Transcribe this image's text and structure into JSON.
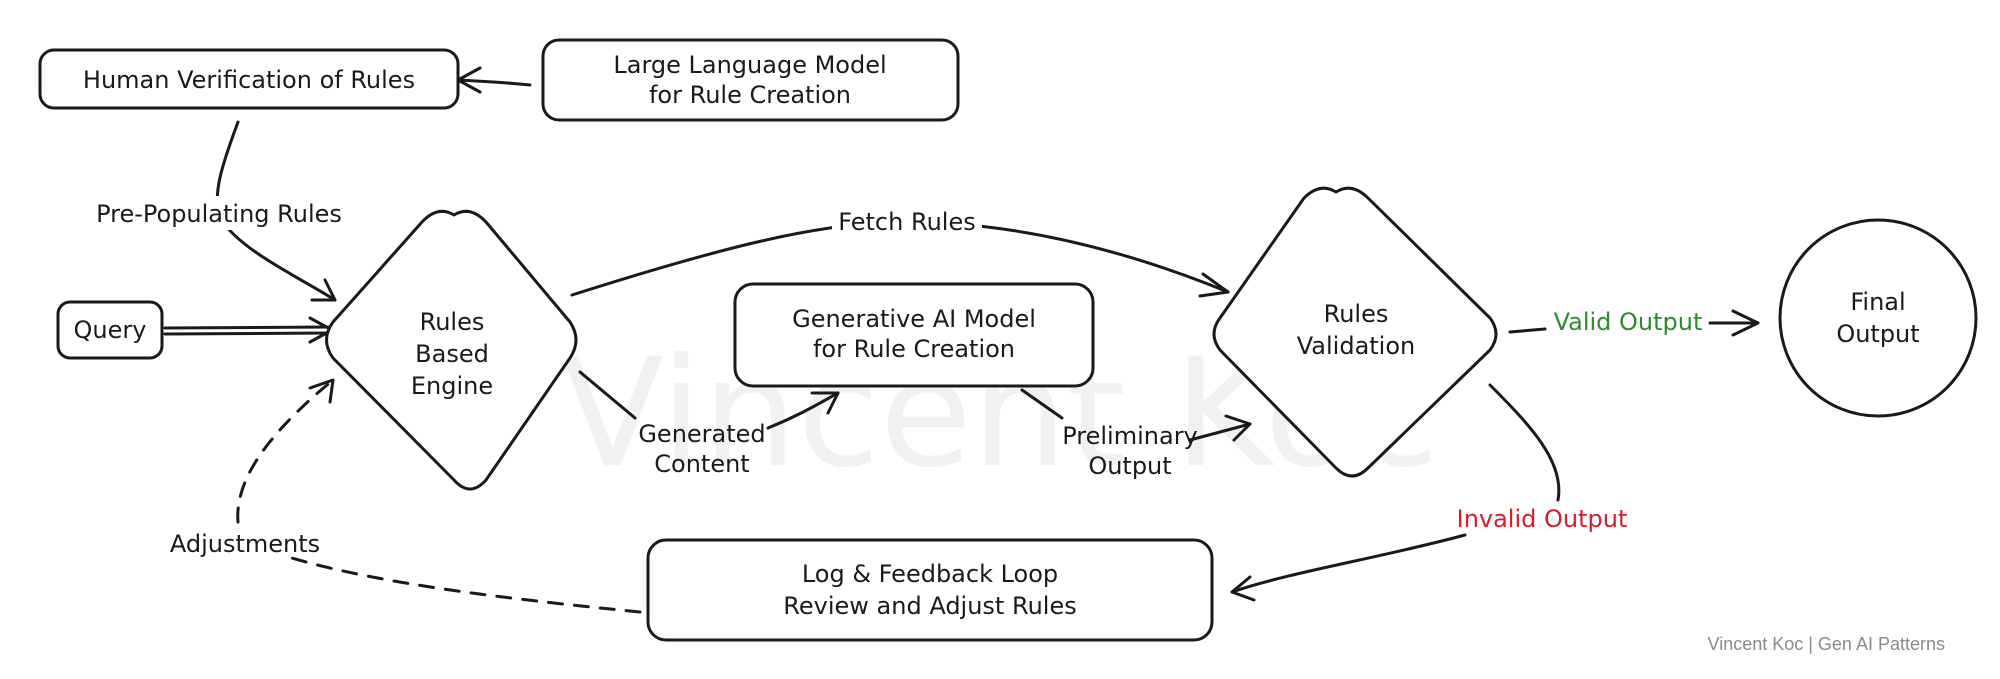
{
  "colors": {
    "ink": "#1a1a1a",
    "valid": "#2e8b2e",
    "invalid": "#d1202a",
    "credit": "#8a8a8a",
    "watermark": "#f1f1f1"
  },
  "watermark": "Vincent Koc",
  "credit": "Vincent Koc | Gen AI Patterns",
  "nodes": {
    "human_verification": {
      "lines": [
        "Human Verification of Rules"
      ]
    },
    "llm_rule_creation": {
      "lines": [
        "Large Language Model",
        "for Rule Creation"
      ]
    },
    "query": {
      "lines": [
        "Query"
      ]
    },
    "rules_engine": {
      "lines": [
        "Rules",
        "Based",
        "Engine"
      ]
    },
    "genai_model": {
      "lines": [
        "Generative AI Model",
        "for Rule Creation"
      ]
    },
    "rules_validation": {
      "lines": [
        "Rules",
        "Validation"
      ]
    },
    "final_output": {
      "lines": [
        "Final",
        "Output"
      ]
    },
    "log_feedback": {
      "lines": [
        "Log & Feedback Loop",
        "Review and Adjust Rules"
      ]
    }
  },
  "edges": {
    "llm_to_human": {
      "label": []
    },
    "human_to_engine": {
      "label": [
        "Pre-Populating Rules"
      ]
    },
    "query_to_engine": {
      "label": []
    },
    "engine_to_validation": {
      "label": [
        "Fetch Rules"
      ]
    },
    "engine_to_genai": {
      "label": [
        "Generated",
        "Content"
      ]
    },
    "genai_to_validation": {
      "label": [
        "Preliminary",
        "Output"
      ]
    },
    "validation_to_final": {
      "label": [
        "Valid Output"
      ]
    },
    "validation_to_log": {
      "label": [
        "Invalid Output"
      ]
    },
    "log_to_engine": {
      "label": [
        "Adjustments"
      ]
    }
  }
}
